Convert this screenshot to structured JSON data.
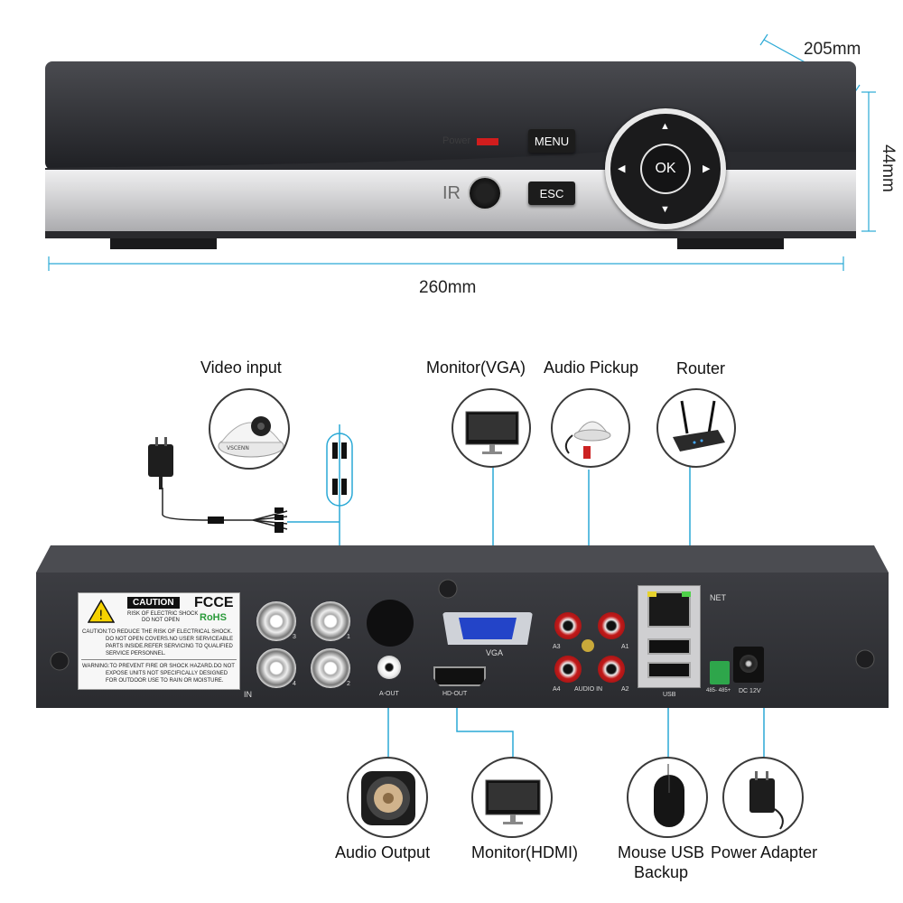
{
  "dimensions": {
    "depth": "205mm",
    "height": "44mm",
    "width": "260mm"
  },
  "front_panel": {
    "power_label": "Power",
    "menu_label": "MENU",
    "esc_label": "ESC",
    "ok_label": "OK",
    "ir_label": "IR"
  },
  "connections": {
    "video_input": "Video input",
    "monitor_vga": "Monitor(VGA)",
    "audio_pickup": "Audio Pickup",
    "router": "Router",
    "audio_output": "Audio Output",
    "monitor_hdmi": "Monitor(HDMI)",
    "mouse_usb_line1": "Mouse USB",
    "mouse_usb_line2": "Backup",
    "power_adapter": "Power Adapter"
  },
  "rear_panel": {
    "caution_title": "CAUTION",
    "caution_sub1": "RISK OF ELECTRIC SHOCK",
    "caution_sub2": "DO NOT OPEN",
    "fc": "FC",
    "ce": "CE",
    "rohs": "RoHS",
    "caution_text1": "CAUTION:TO REDUCE THE RISK OF ELECTRICAL SHOCK.",
    "caution_text2": "DO NOT OPEN COVERS.NO USER SERVICEABLE",
    "caution_text3": "PARTS INSIDE.REFER SERVICING TO QUALIFIED",
    "caution_text4": "SERVICE PERSONNEL.",
    "warning_text1": "WARNING:TO PREVENT FIRE OR SHOCK HAZARD.DO NOT",
    "warning_text2": "EXPOSE UNITS NOT SPECIFICALLY DESIGNED",
    "warning_text3": "FOR OUTDOOR USE TO RAIN OR MOISTURE.",
    "in_label": "IN",
    "bnc_labels": [
      "3",
      "1",
      "4",
      "2"
    ],
    "aout_label": "A-OUT",
    "hdout_label": "HD-OUT",
    "vga_label": "VGA",
    "audio_in_label": "AUDIO IN",
    "audio_ch": [
      "A3",
      "A1",
      "A4",
      "A2"
    ],
    "net_label": "NET",
    "usb_label": "USB",
    "rs485_label": "485- 485+",
    "dc_label": "DC 12V",
    "camera_brand": "VSCENN"
  },
  "colors": {
    "accent_line": "#2aa9d6",
    "chassis": "#2e2f33",
    "silver": "#cfcfd1"
  }
}
